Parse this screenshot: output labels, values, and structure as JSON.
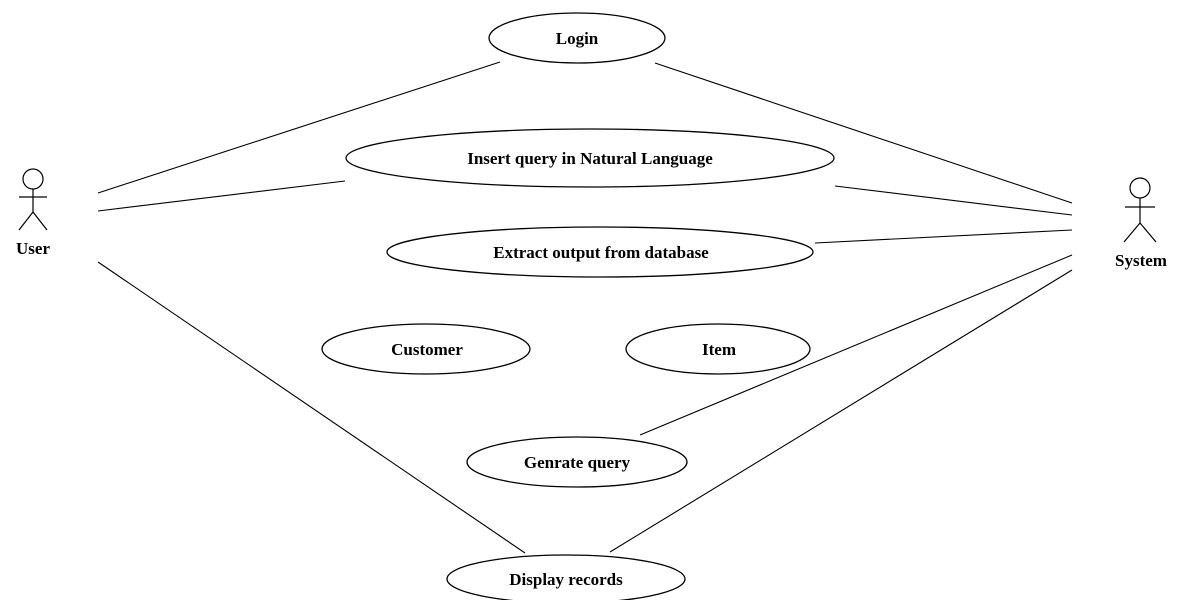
{
  "actors": {
    "user": "User",
    "system": "System"
  },
  "use_cases": {
    "login": "Login",
    "insert_query": "Insert query in Natural Language",
    "extract_output": "Extract output from database",
    "customer": "Customer",
    "item": "Item",
    "generate_query": "Genrate query",
    "display_records": "Display records"
  },
  "associations": [
    {
      "from": "User",
      "to": "Login"
    },
    {
      "from": "User",
      "to": "Insert query in Natural Language"
    },
    {
      "from": "User",
      "to": "Display records"
    },
    {
      "from": "System",
      "to": "Login"
    },
    {
      "from": "System",
      "to": "Insert query in Natural Language"
    },
    {
      "from": "System",
      "to": "Extract output from database"
    },
    {
      "from": "System",
      "to": "Genrate query"
    },
    {
      "from": "System",
      "to": "Display records"
    }
  ]
}
